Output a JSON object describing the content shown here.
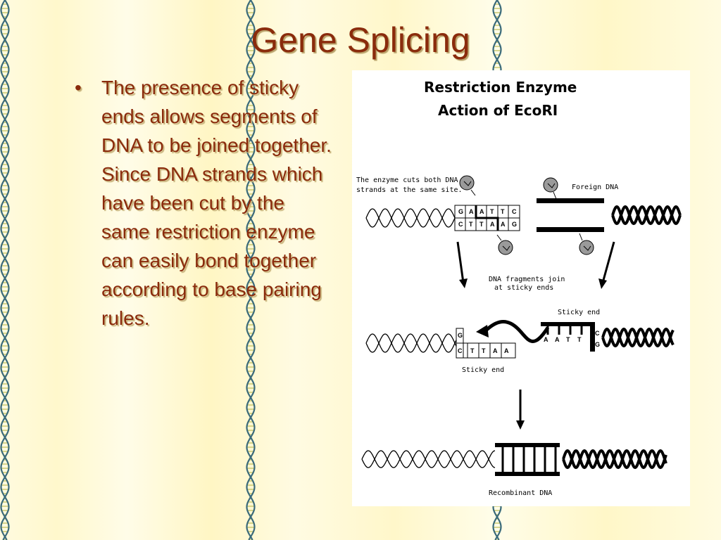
{
  "slide": {
    "title": "Gene Splicing",
    "bullet": "The presence of sticky ends allows segments of DNA to be joined together. Since DNA strands which have been cut by the same restriction enzyme can easily bond together according to base pairing rules.",
    "bullet_symbol": "•"
  },
  "diagram": {
    "title_line1": "Restriction Enzyme",
    "title_line2": "Action of EcoRI",
    "label_enzyme_line1": "The enzyme cuts both DNA",
    "label_enzyme_line2": "strands at the same site.",
    "label_foreign": "Foreign DNA",
    "label_join_line1": "DNA fragments join",
    "label_join_line2": "at sticky ends",
    "label_sticky_top": "Sticky end",
    "label_sticky_bottom": "Sticky end",
    "label_recombinant": "Recombinant DNA",
    "bases_top": [
      "G",
      "A",
      "A",
      "T",
      "T",
      "C"
    ],
    "bases_bottom": [
      "C",
      "T",
      "T",
      "A",
      "A",
      "G"
    ],
    "bases_foreign": [
      "A",
      "A",
      "T",
      "T"
    ],
    "bases_foreign_end": [
      "C",
      "G"
    ]
  },
  "colors": {
    "title_text": "#8a2b0c",
    "body_text": "#8a2b0c",
    "helix_backbone": "#3a6a7a",
    "helix_rung": "#c8c870"
  }
}
